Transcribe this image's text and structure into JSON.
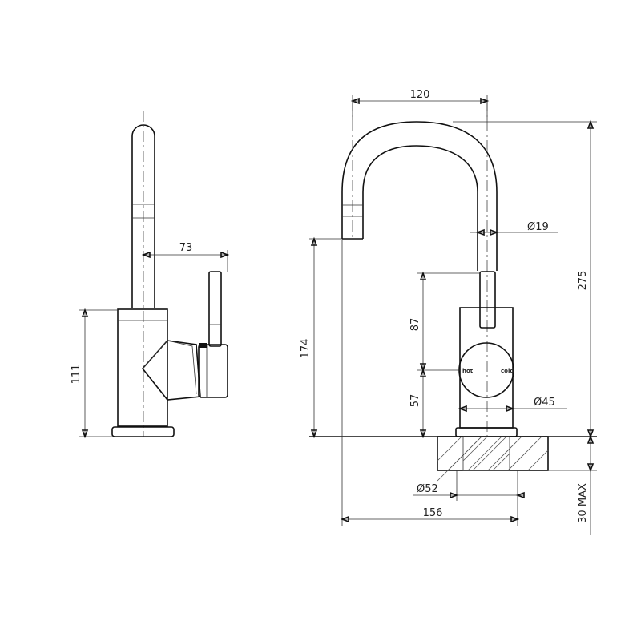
{
  "dimensions": {
    "side_reach": "73",
    "side_body_height": "111",
    "spout_reach": "120",
    "spout_diameter": "Ø19",
    "handle_height": "87",
    "spout_outlet_height": "174",
    "overall_height": "275",
    "handle_base_height": "57",
    "body_diameter": "Ø45",
    "hole_diameter": "Ø52",
    "overall_depth": "156",
    "bench_thickness": "30 MAX"
  },
  "handle_labels": {
    "hot": "hot",
    "cold": "cold"
  }
}
